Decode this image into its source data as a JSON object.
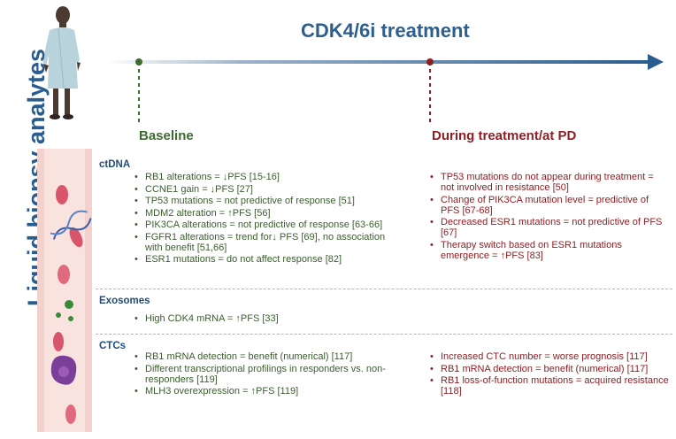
{
  "title": "CDK4/6i treatment",
  "side_label": "Liquid biopsy analytes",
  "columns": {
    "baseline": "Baseline",
    "during": "During treatment/at PD"
  },
  "colors": {
    "title_blue": "#2d5f8e",
    "green": "#3b5e2e",
    "red": "#8e1f24",
    "arrow": "#2a5d8f",
    "vessel": "#f9e3df",
    "cell": "#d9556b"
  },
  "sections": {
    "ctdna": {
      "label": "ctDNA",
      "baseline": [
        "RB1 alterations = ↓PFS [15-16]",
        "CCNE1 gain = ↓PFS [27]",
        "TP53 mutations = not predictive of response [51]",
        "MDM2 alteration = ↑PFS [56]",
        "PIK3CA alterations = not predictive of response [63-66]",
        "FGFR1 alterations = trend for↓ PFS [69], no association with benefit [51,66]",
        "ESR1 mutations = do not affect response [82]"
      ],
      "during": [
        "TP53 mutations do not appear during treatment = not involved in resistance [50]",
        "Change of PIK3CA mutation level = predictive of PFS [67-68]",
        "Decreased ESR1 mutations = not predictive of PFS [67]",
        "Therapy switch based on ESR1 mutations emergence = ↑PFS [83]"
      ]
    },
    "exosomes": {
      "label": "Exosomes",
      "baseline": [
        "High CDK4 mRNA = ↑PFS [33]"
      ]
    },
    "ctcs": {
      "label": "CTCs",
      "baseline": [
        "RB1 mRNA detection = benefit (numerical) [117]",
        "Different transcriptional profilings in responders vs. non-responders [119]",
        "MLH3 overexpression = ↑PFS [119]"
      ],
      "during": [
        "Increased CTC number = worse prognosis [117]",
        "RB1 mRNA detection = benefit (numerical) [117]",
        "RB1 loss-of-function mutations = acquired resistance [118]"
      ]
    }
  }
}
